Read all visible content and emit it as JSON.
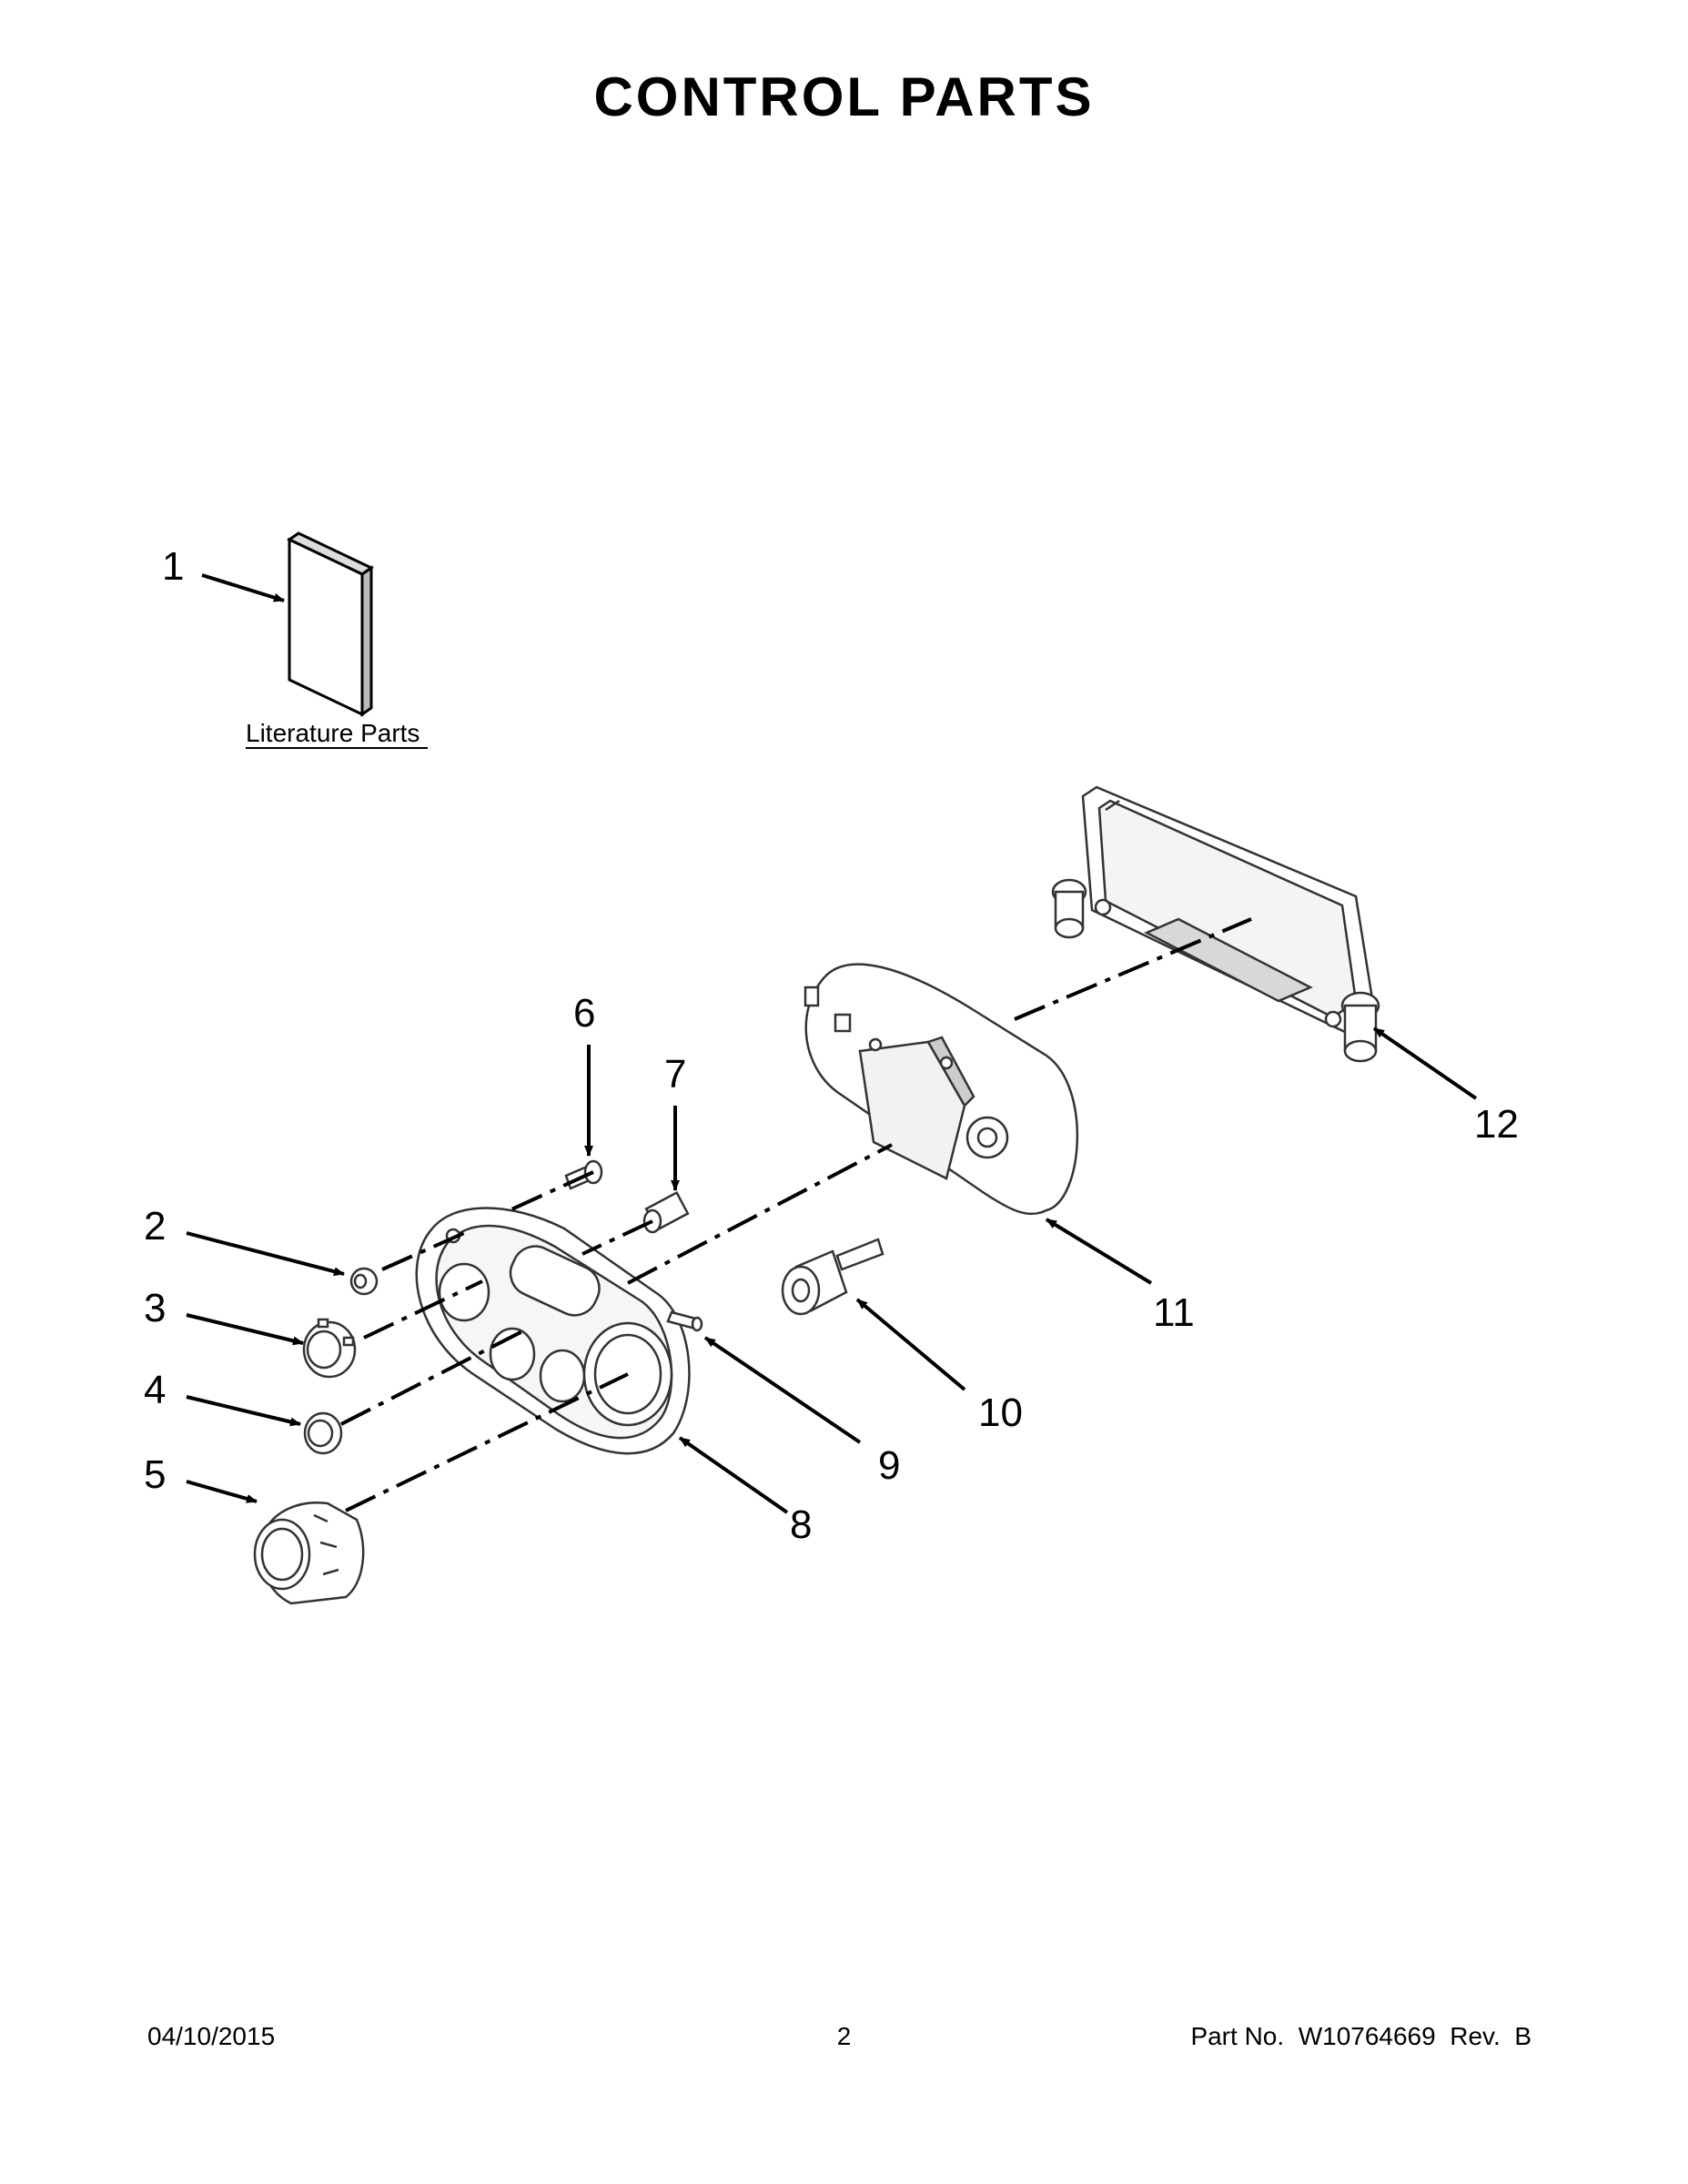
{
  "title": "CONTROL PARTS",
  "literature_label": "Literature Parts",
  "callouts": [
    "1",
    "2",
    "3",
    "4",
    "5",
    "6",
    "7",
    "8",
    "9",
    "10",
    "11",
    "12"
  ],
  "footer": {
    "date": "04/10/2015",
    "page": "2",
    "part_no": "Part No.  W10764669  Rev.  B"
  }
}
